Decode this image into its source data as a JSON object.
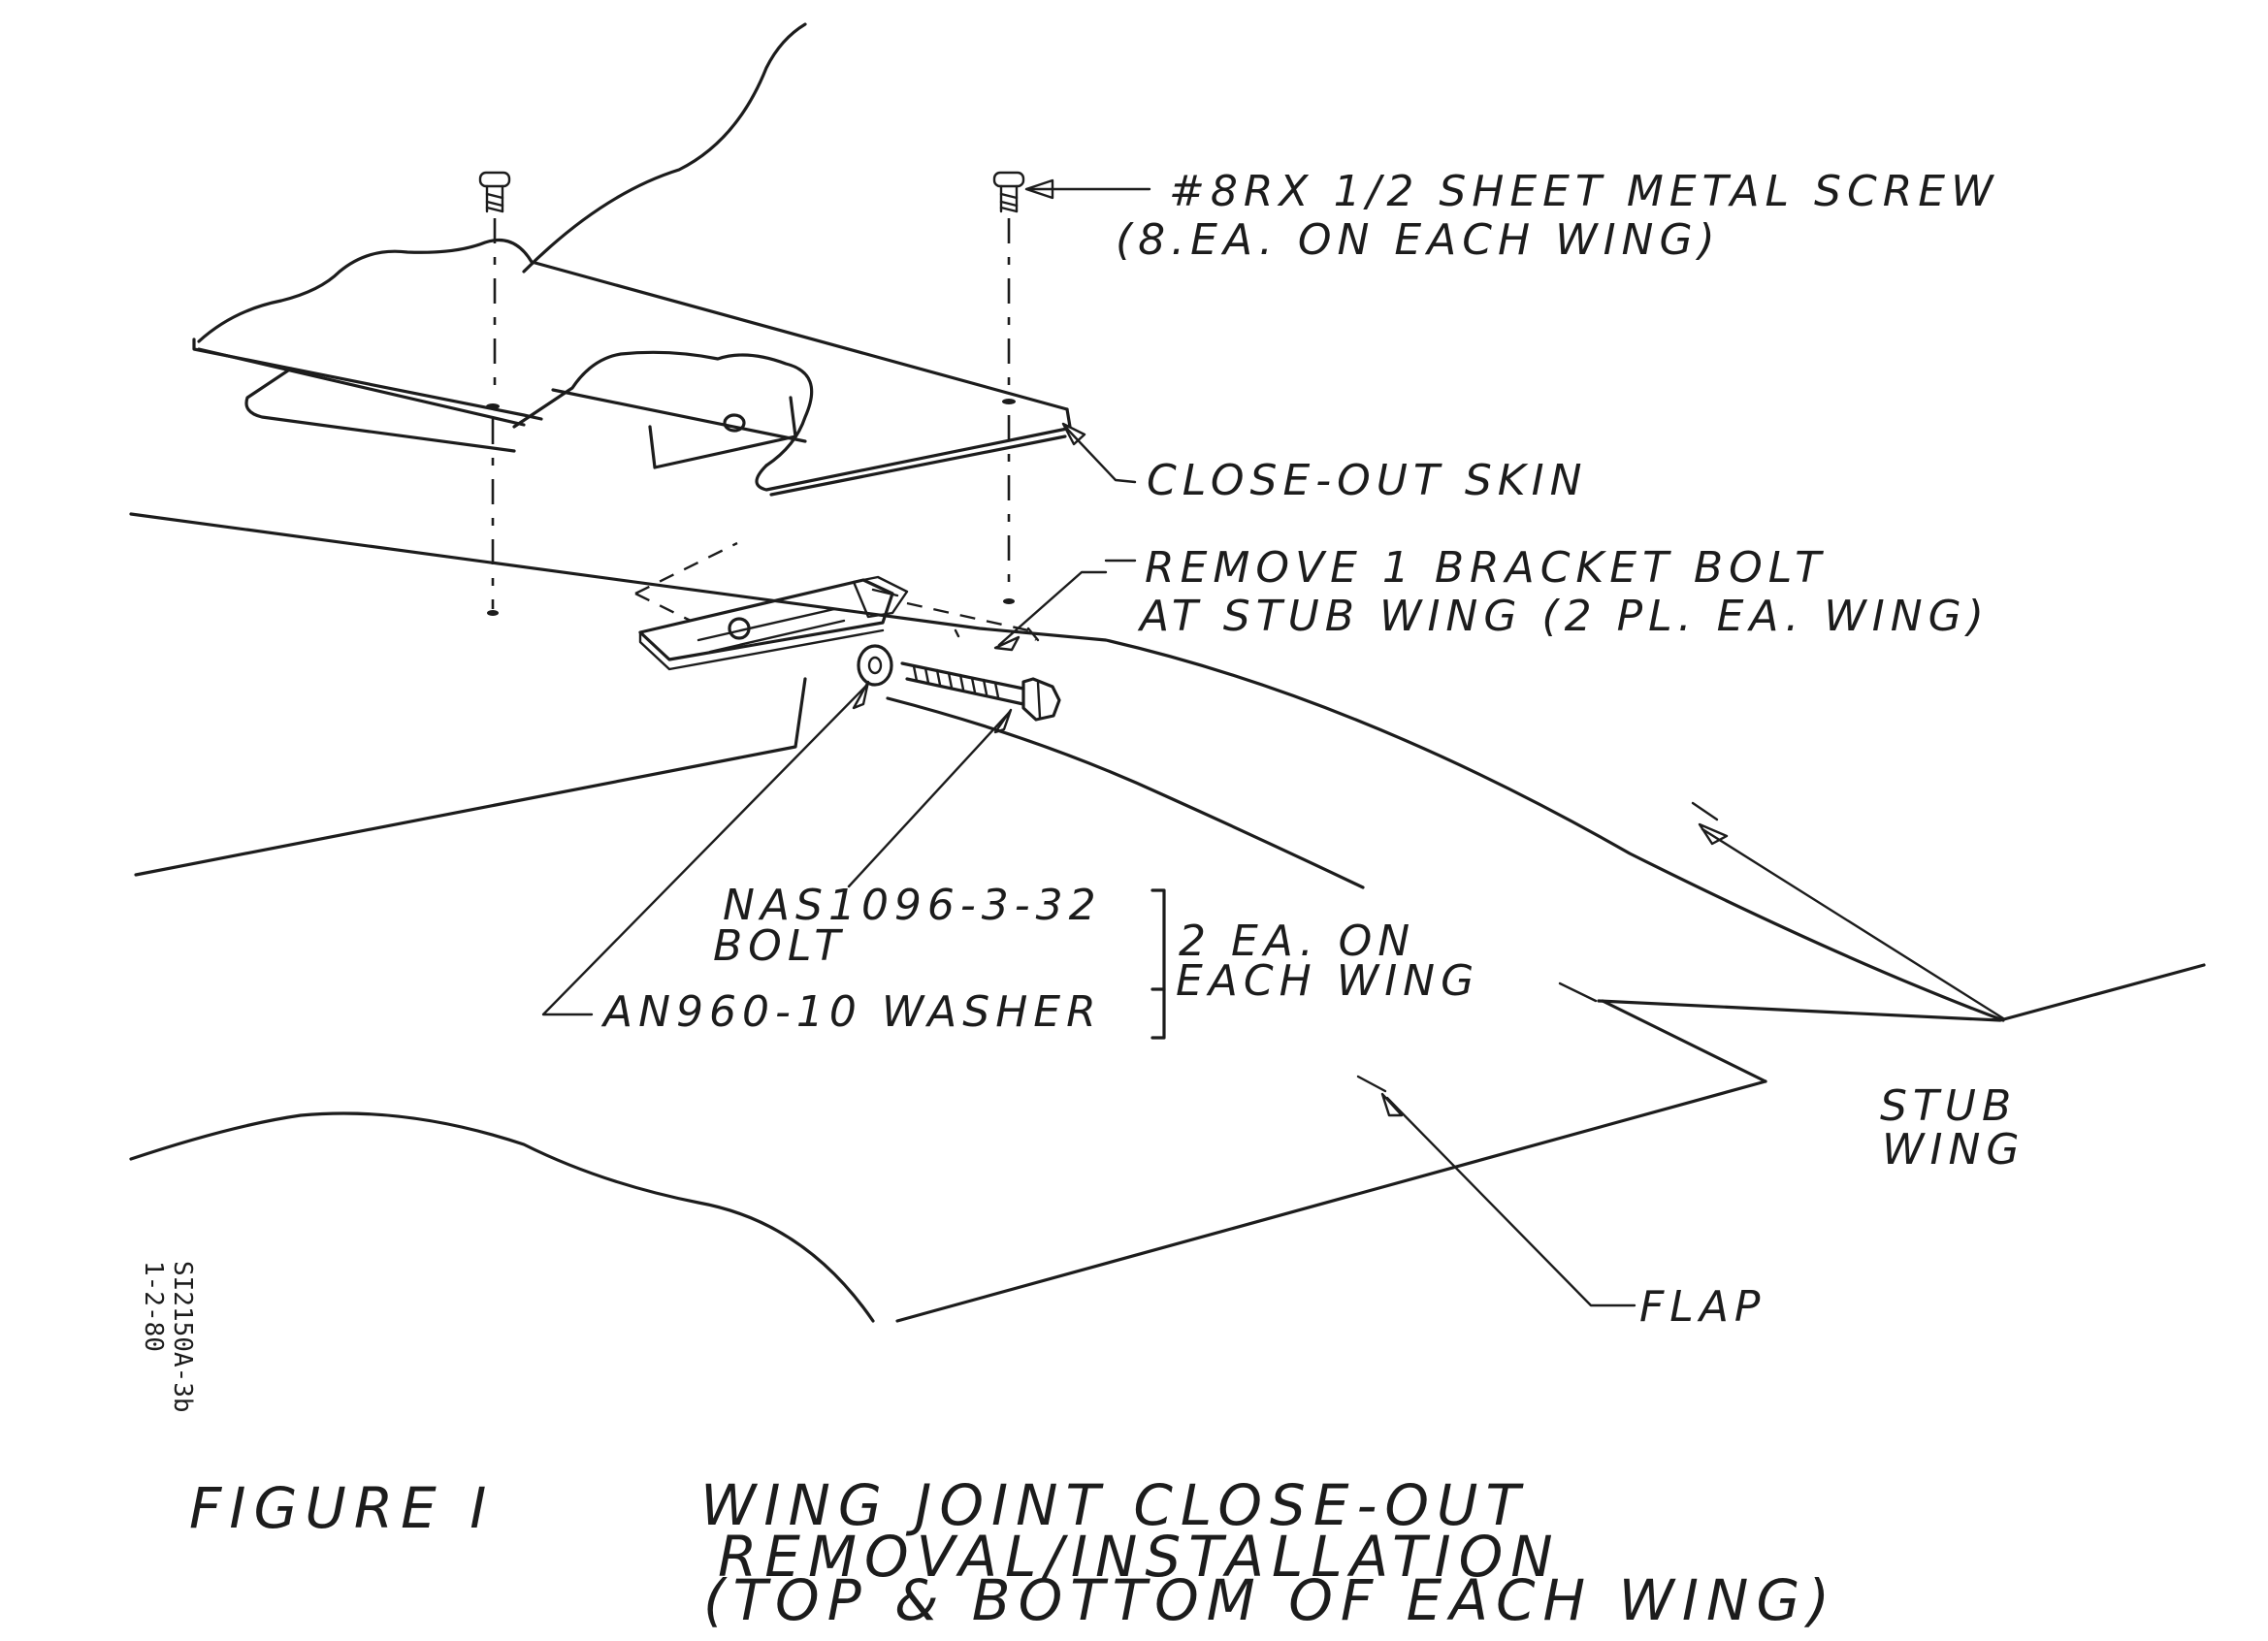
{
  "labels": {
    "screw_line1": "#8RX 1/2  SHEET METAL  SCREW",
    "screw_line2": "(8.EA. ON EACH WING)",
    "close_out_skin": "CLOSE-OUT SKIN",
    "bracket_line1": "REMOVE 1 BRACKET BOLT",
    "bracket_line2": "AT STUB  WING (2 PL. EA. WING)",
    "bolt_line1": "NAS1096-3-32",
    "bolt_line2": "BOLT",
    "washer": "AN960-10 WASHER",
    "qty_line1": "2 EA. ON",
    "qty_line2": "EACH WING",
    "stub_line1": "STUB",
    "stub_line2": "WING",
    "flap": "FLAP"
  },
  "drawing_number": {
    "line1": "SI2150A-3b",
    "line2": "1-2-80"
  },
  "caption": {
    "figure": "FIGURE I",
    "line1": "WING JOINT  CLOSE-OUT",
    "line2": "REMOVAL/INSTALLATION",
    "line3": "(TOP & BOTTOM OF EACH WING)"
  },
  "ink_color": "#1c1c1c",
  "paper_color": "#ffffff"
}
